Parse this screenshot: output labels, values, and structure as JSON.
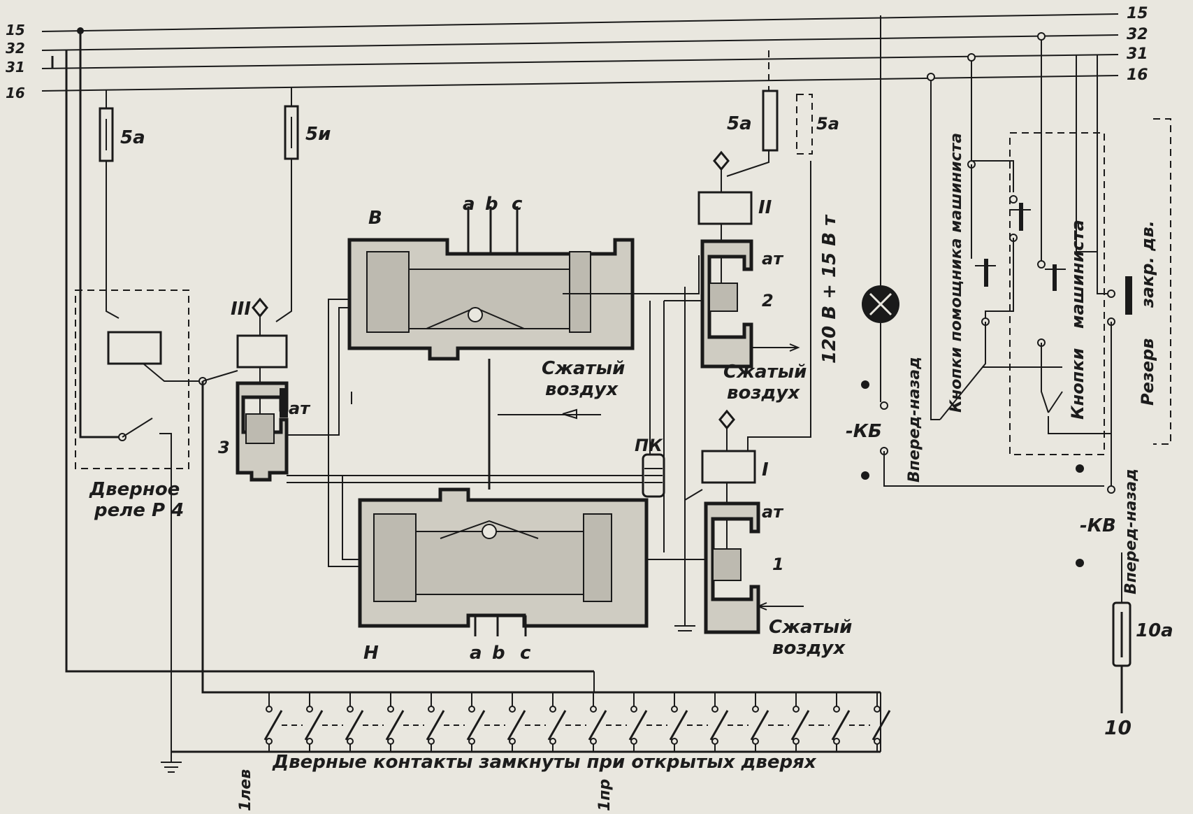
{
  "left_bus_labels": [
    "15",
    "32",
    "31",
    "16"
  ],
  "right_bus_labels": [
    "15",
    "32",
    "31",
    "16"
  ],
  "fuse_labels": {
    "fuse_left": "5а",
    "fuse_middle": "5и",
    "fuse_top_right_a": "5а",
    "fuse_top_right_b": "5а",
    "fuse_bottom": "10а"
  },
  "valve_labels": {
    "valve_iii": "III",
    "valve_ii": "II",
    "valve_i": "I",
    "at_iii": "ат",
    "at_ii": "ат",
    "at_i": "ат",
    "num_3": "3",
    "num_2": "2",
    "num_1": "1"
  },
  "cylinder_labels": {
    "upper": "В",
    "lower": "Н",
    "port_a_top": "a",
    "port_b_top": "b",
    "port_c_top": "c",
    "port_a_bottom": "a",
    "port_b_bottom": "b",
    "port_c_bottom": "c",
    "pk": "ПК"
  },
  "air_labels": {
    "air_center_1": "Сжатый",
    "air_center_2": "воздух",
    "air_right_1": "Сжатый",
    "air_right_2": "воздух",
    "air_bottom_1": "Сжатый",
    "air_bottom_2": "воздух"
  },
  "relay_label_1": "Дверное",
  "relay_label_2": "реле Р 4",
  "vertical_labels": {
    "voltage": "120 В + 15 В т",
    "assistant_buttons": "Кнопки помощника машиниста",
    "driver_buttons_1": "Кнопки",
    "driver_buttons_2": "машиниста",
    "reserve": "Резерв",
    "reserve_2": "закр. дв.",
    "kb_dir": "Вперед-назад",
    "kv_dir": "Вперед-назад"
  },
  "switch_labels": {
    "kb": "-КБ",
    "kv": "-КВ"
  },
  "bottom_labels": {
    "door_contacts": "Дверные контакты замкнуты при открытых дверях",
    "first_left": "1лев",
    "first_right": "1пр",
    "ten": "10"
  }
}
